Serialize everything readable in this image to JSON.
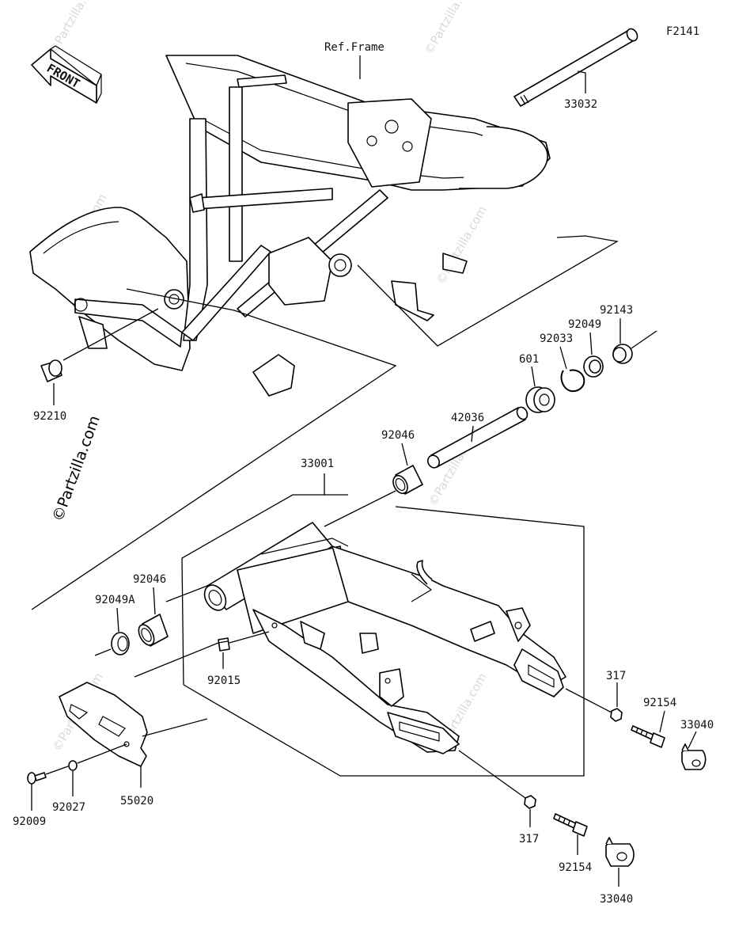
{
  "figure_code": "F2141",
  "front_label": "FRONT",
  "frame_ref_label": "Ref.Frame",
  "watermark": "©Partzilla.com",
  "parts": {
    "p33032": "33032",
    "p92143": "92143",
    "p92049": "92049",
    "p92033": "92033",
    "p601": "601",
    "p42036": "42036",
    "p92046_top": "92046",
    "p33001": "33001",
    "p92210": "92210",
    "p92046_left": "92046",
    "p92049A": "92049A",
    "p92015": "92015",
    "p317_upper": "317",
    "p92154_upper": "92154",
    "p33040_upper": "33040",
    "p55020": "55020",
    "p92027": "92027",
    "p92009": "92009",
    "p317_lower": "317",
    "p92154_lower": "92154",
    "p33040_lower": "33040"
  }
}
